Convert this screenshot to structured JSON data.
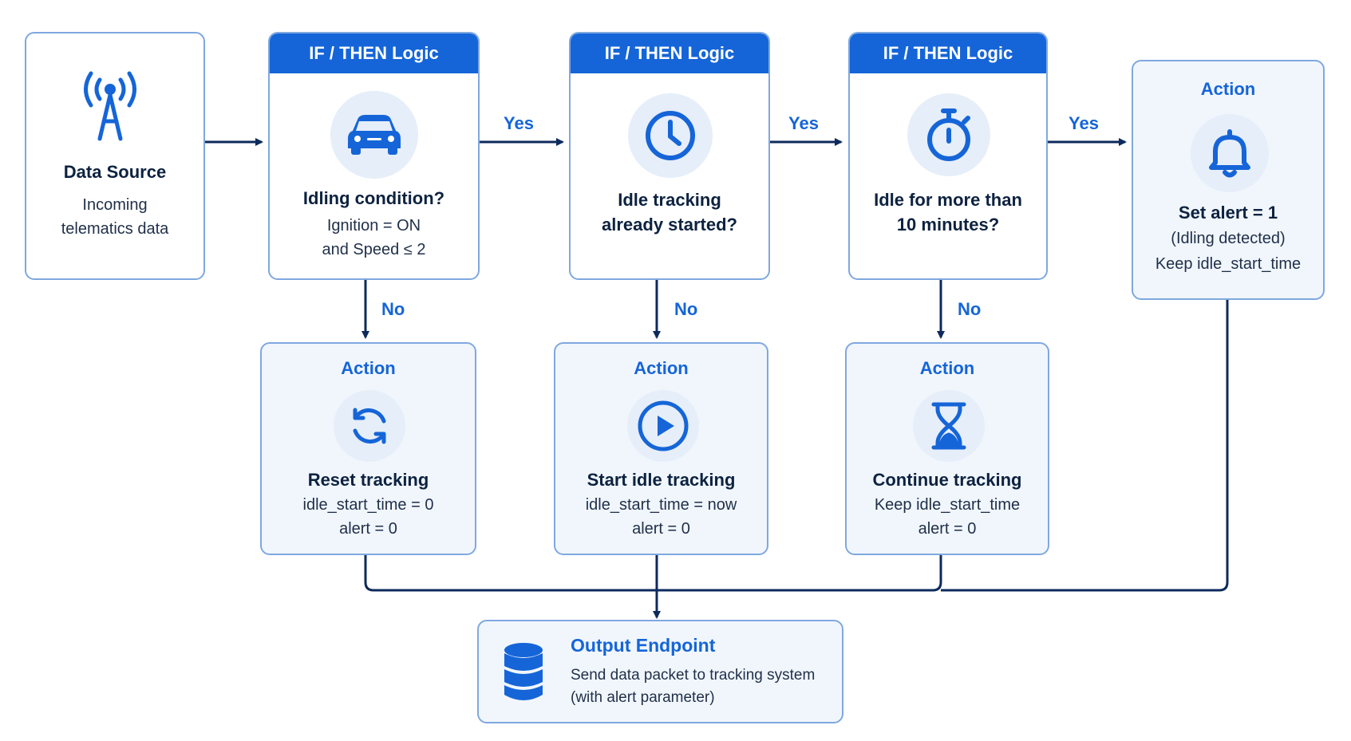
{
  "source": {
    "title": "Data Source",
    "lines": [
      "Incoming",
      "telematics data"
    ],
    "icon": "antenna-tower-icon"
  },
  "logic1": {
    "header": "IF / THEN Logic",
    "title": "Idling condition?",
    "lines": [
      "Ignition = ON",
      "and Speed ≤ 2"
    ],
    "icon": "car-icon"
  },
  "logic2": {
    "header": "IF / THEN Logic",
    "title_lines": [
      "Idle tracking",
      "already started?"
    ],
    "icon": "clock-icon"
  },
  "logic3": {
    "header": "IF / THEN Logic",
    "title_lines": [
      "Idle for more than",
      "10 minutes?"
    ],
    "icon": "stopwatch-icon"
  },
  "action_alert": {
    "label": "Action",
    "title": "Set alert = 1",
    "lines": [
      "(Idling detected)",
      "Keep idle_start_time"
    ],
    "icon": "bell-icon"
  },
  "action_reset": {
    "label": "Action",
    "title": "Reset tracking",
    "lines": [
      "idle_start_time = 0",
      "alert = 0"
    ],
    "icon": "refresh-icon"
  },
  "action_start": {
    "label": "Action",
    "title": "Start idle tracking",
    "lines": [
      "idle_start_time = now",
      "alert = 0"
    ],
    "icon": "play-icon"
  },
  "action_continue": {
    "label": "Action",
    "title": "Continue tracking",
    "lines": [
      "Keep idle_start_time",
      "alert = 0"
    ],
    "icon": "hourglass-icon"
  },
  "output": {
    "title": "Output Endpoint",
    "lines": [
      "Send data packet to tracking system",
      "(with alert parameter)"
    ],
    "icon": "database-icon"
  },
  "edges": {
    "yes": "Yes",
    "no": "No"
  },
  "colors": {
    "accent": "#1565d8",
    "border": "#7fa8e0",
    "line": "#0d2a5c",
    "icon_bg": "#e6eef9",
    "action_bg": "#f1f6fd"
  }
}
